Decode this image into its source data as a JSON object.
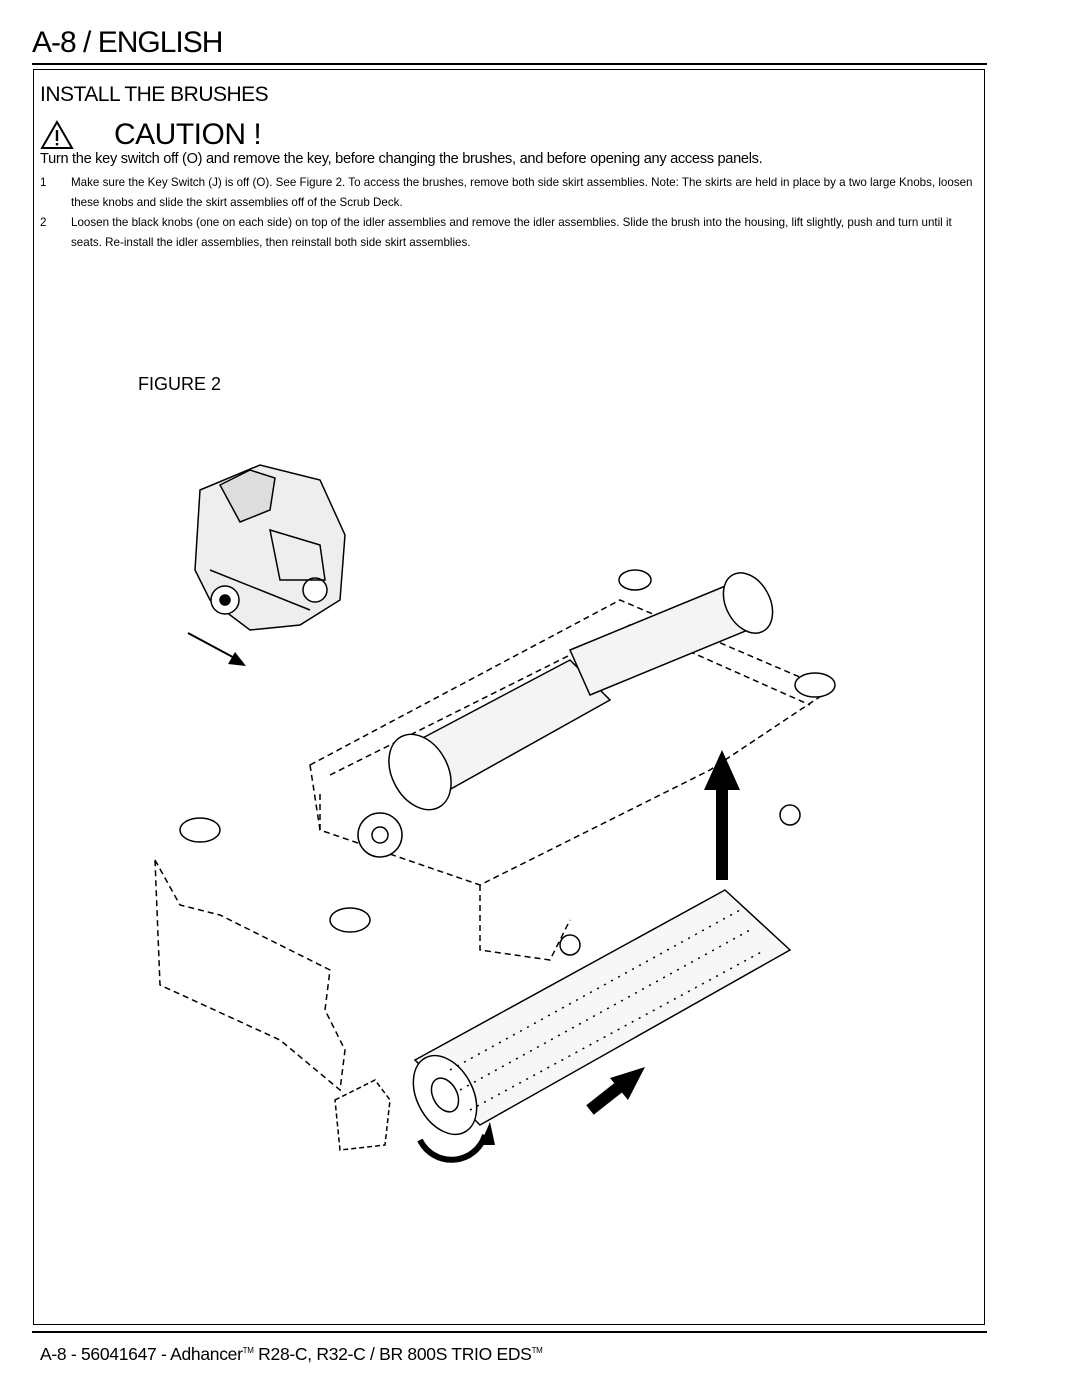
{
  "header": {
    "title": "A-8 / ENGLISH"
  },
  "section": {
    "title": "INSTALL THE BRUSHES"
  },
  "caution": {
    "icon": "warning-triangle-icon",
    "label": "CAUTION !",
    "body": "Turn the key switch off (O) and remove the key, before changing the brushes, and before opening any access panels."
  },
  "steps": [
    {
      "number": "1",
      "text": "Make sure the Key Switch (J) is off (O).  See Figure 2.  To access the brushes, remove both side skirt assemblies.  Note: The skirts are held in place by a two large Knobs, loosen these knobs and slide the skirt assemblies off of the Scrub Deck."
    },
    {
      "number": "2",
      "text": "Loosen the black knobs (one on each side) on top of the idler assemblies and remove the idler assemblies.  Slide the brush into the housing, lift slightly, push and turn until it seats.  Re-install the idler assemblies, then reinstall both side skirt assemblies."
    }
  ],
  "figure": {
    "label": "FIGURE 2"
  },
  "footer": {
    "prefix": "A-8 - 56041647 - Adhancer",
    "tm1": "TM",
    "middle": " R28-C, R32-C / BR 800S TRIO EDS",
    "tm2": "TM"
  }
}
